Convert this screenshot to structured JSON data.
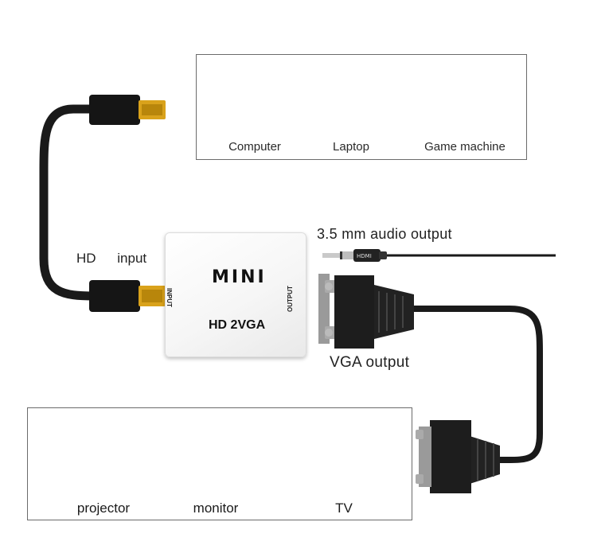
{
  "source_devices": [
    {
      "name": "Computer",
      "icon": "desktop-tower-icon"
    },
    {
      "name": "Laptop",
      "icon": "laptop-icon"
    },
    {
      "name": "Game machine",
      "icon": "game-console-icon"
    }
  ],
  "display_devices": [
    {
      "name": "projector",
      "icon": "projector-icon"
    },
    {
      "name": "monitor",
      "icon": "monitor-icon"
    },
    {
      "name": "TV",
      "icon": "tv-icon"
    }
  ],
  "adapter": {
    "brand": "MINI",
    "model": "HD 2VGA",
    "input_port": "INPUT",
    "output_port": "OUTPUT"
  },
  "labels": {
    "hd_input": "HD input",
    "audio_output": "3.5 mm audio output",
    "vga_output": "VGA output",
    "hdmi_plug": "HDMI"
  },
  "colors": {
    "cable": "#1a1a1a",
    "hdmi_tip": "#d9a21b",
    "box_border": "#6b6b6b"
  }
}
